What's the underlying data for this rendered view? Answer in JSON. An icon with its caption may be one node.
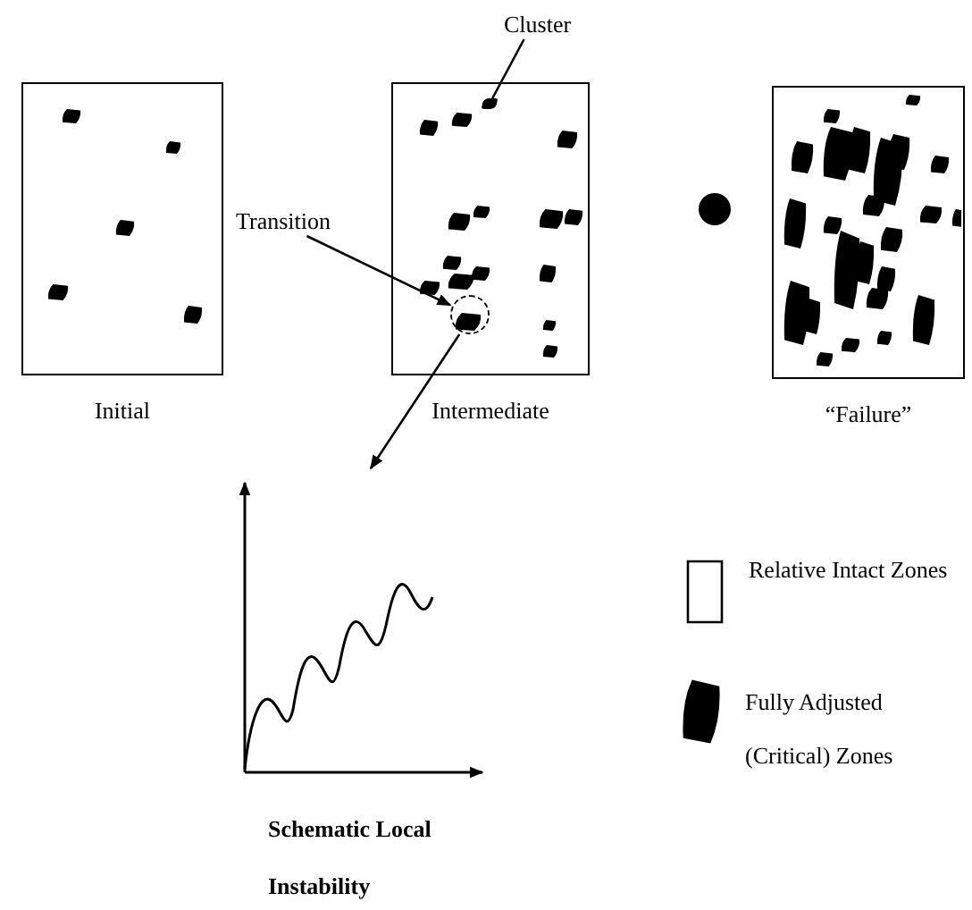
{
  "diagram": {
    "nodes": [
      {
        "text": [
          "Cluster"
        ]
      },
      {
        "text": [
          "Initial"
        ]
      },
      {
        "text": [
          "Intermediate"
        ]
      },
      {
        "text": [],
        "shape": "blob",
        "in": 2
      },
      {
        "text": [
          "Transition"
        ]
      },
      {
        "text": [],
        "shape": "circle",
        "in": 2
      },
      {
        "text": [],
        "shape": "circle"
      },
      {
        "text": [
          "“Failure”"
        ]
      },
      {
        "text": [
          "Schematic Local Instability"
        ]
      }
    ],
    "edges": [
      {
        "from": 0,
        "to": 3,
        "arrow": "none"
      },
      {
        "from": 4,
        "to": 5,
        "arrow": "to"
      },
      {
        "from": 5,
        "to": 8,
        "arrow": "to"
      }
    ],
    "legend": [
      {
        "text": "Relative Intact Zones",
        "color": "#ffffff"
      },
      {
        "text": "Fully Adjusted (Critical) Zones",
        "color": "#000000"
      }
    ]
  }
}
